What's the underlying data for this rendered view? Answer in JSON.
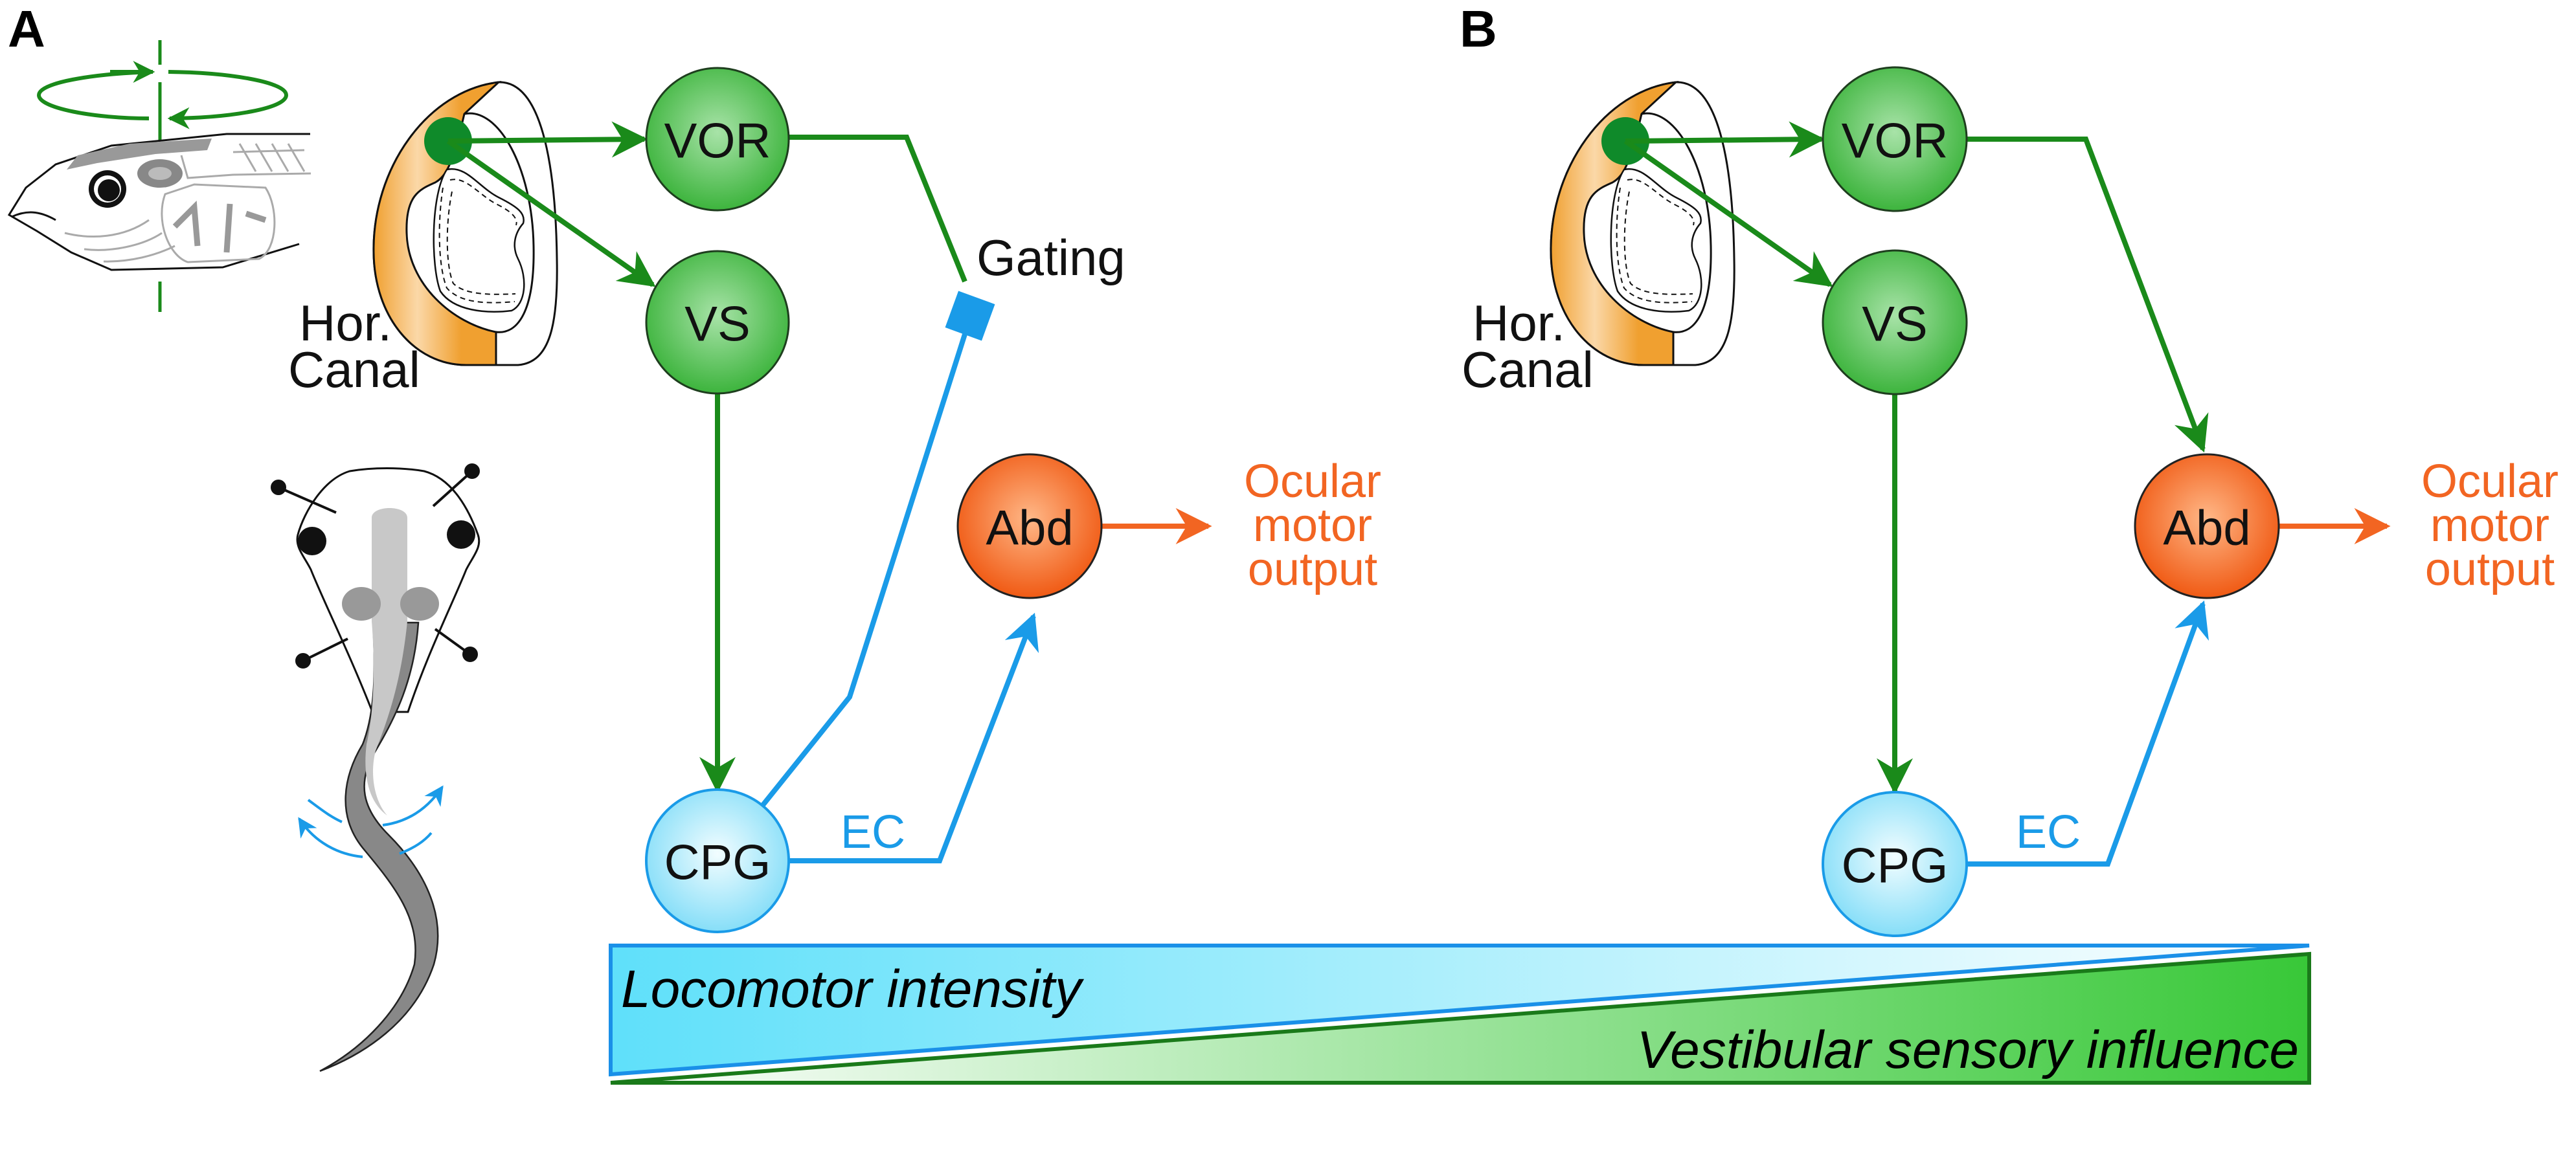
{
  "panels": {
    "A": {
      "label": "A",
      "canal_label": [
        "Hor.",
        "Canal"
      ],
      "nodes": {
        "vor": "VOR",
        "vs": "VS",
        "cpg": "CPG",
        "abd": "Abd"
      },
      "gating_label": "Gating",
      "ec_label": "EC",
      "output_label": [
        "Ocular",
        "motor",
        "output"
      ]
    },
    "B": {
      "label": "B",
      "canal_label": [
        "Hor.",
        "Canal"
      ],
      "nodes": {
        "vor": "VOR",
        "vs": "VS",
        "cpg": "CPG",
        "abd": "Abd"
      },
      "ec_label": "EC",
      "output_label": [
        "Ocular",
        "motor",
        "output"
      ]
    }
  },
  "gradient_bar": {
    "top_label": "Locomotor intensity",
    "bottom_label": "Vestibular sensory influence"
  },
  "colors": {
    "vestibular_green": "#1a8a1a",
    "locomotor_blue": "#1a9be8",
    "motor_orange": "#f26522",
    "canal_orange": "#f0a030"
  },
  "icons": {
    "rotation": "horizontal-rotation-arrows-icon",
    "side_view": "tadpole-head-side-view",
    "top_view": "tadpole-top-view-swimming"
  }
}
